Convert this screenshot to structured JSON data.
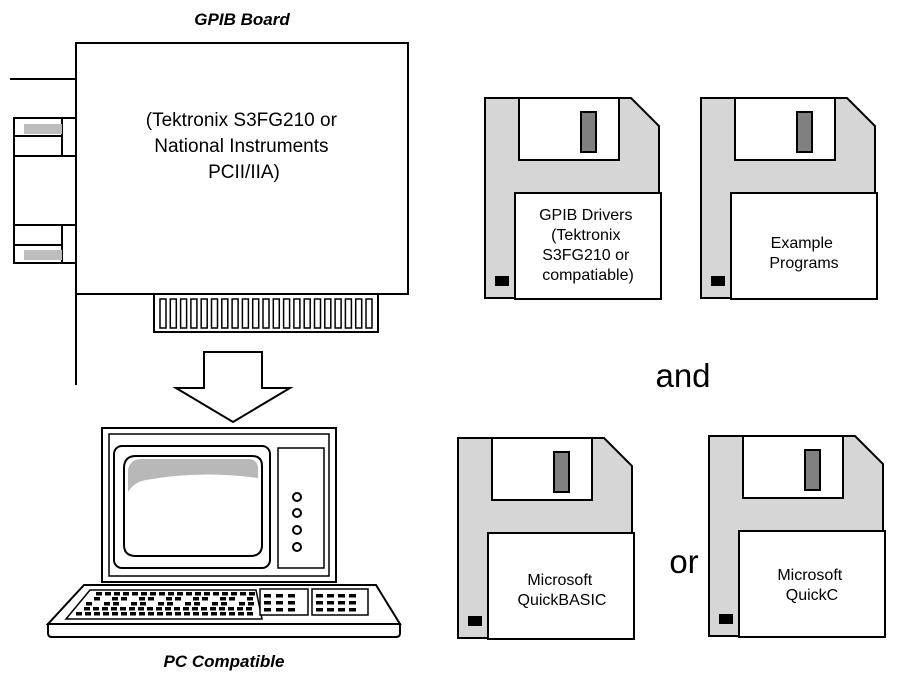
{
  "board": {
    "caption": "GPIB Board",
    "lines": [
      "(Tektronix S3FG210 or",
      "National Instruments",
      "PCII/IIA)"
    ]
  },
  "computer": {
    "caption": "PC Compatible"
  },
  "disks": {
    "drivers": [
      "GPIB Drivers",
      "(Tektronix",
      "S3FG210 or",
      "compatiable)"
    ],
    "examples": [
      "Example",
      "Programs"
    ],
    "quickbasic": [
      "Microsoft",
      "QuickBASIC"
    ],
    "quickc": [
      "Microsoft",
      "QuickC"
    ]
  },
  "connectors": {
    "and": "and",
    "or": "or"
  },
  "colors": {
    "ink": "#000000",
    "disk_gray": "#d6d6d6",
    "shutter_dark": "#808080",
    "screen_gray": "#b8b8b8"
  }
}
